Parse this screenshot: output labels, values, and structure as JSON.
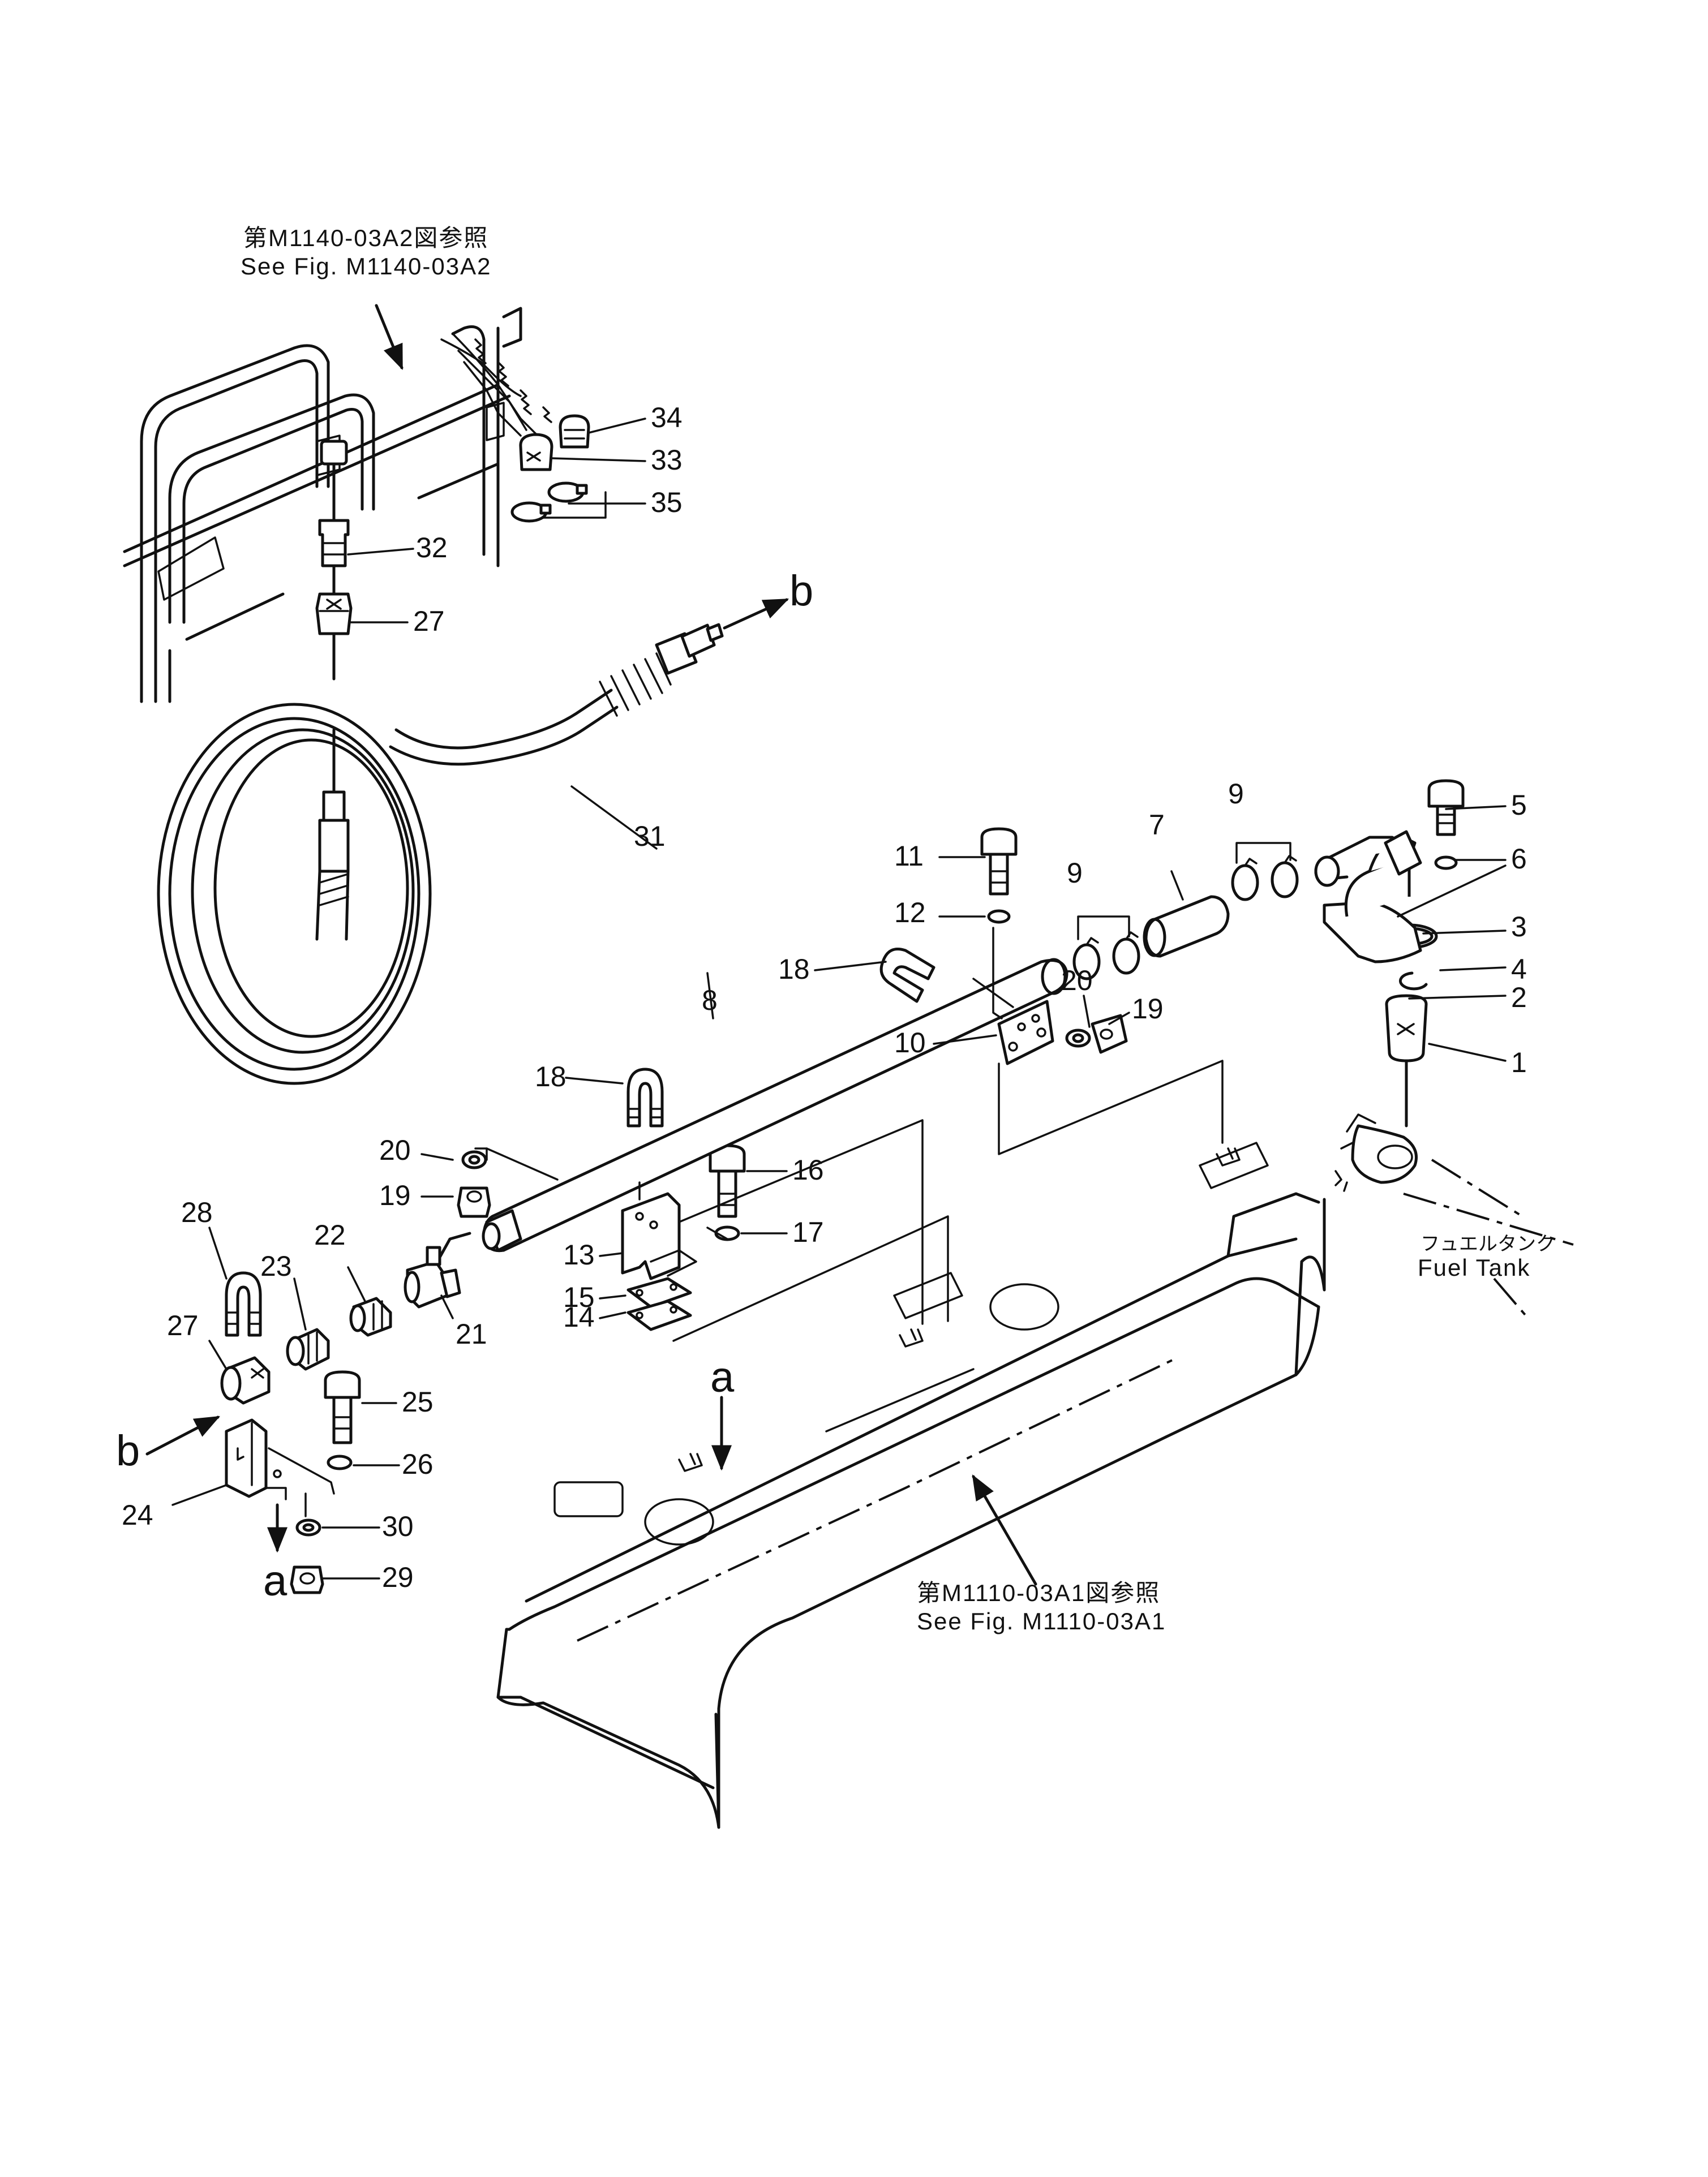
{
  "references": {
    "top_jp": "第M1140-03A2図参照",
    "top_en": "See Fig. M1140-03A2",
    "bottom_jp": "第M1110-03A1図参照",
    "bottom_en": "See Fig. M1110-03A1",
    "tank_jp": "フュエルタンク",
    "tank_en": "Fuel Tank"
  },
  "connectors": {
    "a_top": "a",
    "a_left": "a",
    "b_right": "b",
    "b_left": "b"
  },
  "parts": [
    {
      "id": "p1",
      "number": "1"
    },
    {
      "id": "p2",
      "number": "2"
    },
    {
      "id": "p3",
      "number": "3"
    },
    {
      "id": "p4",
      "number": "4"
    },
    {
      "id": "p5",
      "number": "5"
    },
    {
      "id": "p6",
      "number": "6"
    },
    {
      "id": "p7",
      "number": "7"
    },
    {
      "id": "p8",
      "number": "8"
    },
    {
      "id": "p9a",
      "number": "9"
    },
    {
      "id": "p9b",
      "number": "9"
    },
    {
      "id": "p10",
      "number": "10"
    },
    {
      "id": "p11",
      "number": "11"
    },
    {
      "id": "p12",
      "number": "12"
    },
    {
      "id": "p13",
      "number": "13"
    },
    {
      "id": "p14",
      "number": "14"
    },
    {
      "id": "p15",
      "number": "15"
    },
    {
      "id": "p16",
      "number": "16"
    },
    {
      "id": "p17",
      "number": "17"
    },
    {
      "id": "p18a",
      "number": "18"
    },
    {
      "id": "p18b",
      "number": "18"
    },
    {
      "id": "p19a",
      "number": "19"
    },
    {
      "id": "p19b",
      "number": "19"
    },
    {
      "id": "p20a",
      "number": "20"
    },
    {
      "id": "p20b",
      "number": "20"
    },
    {
      "id": "p21",
      "number": "21"
    },
    {
      "id": "p22",
      "number": "22"
    },
    {
      "id": "p23",
      "number": "23"
    },
    {
      "id": "p24",
      "number": "24"
    },
    {
      "id": "p25",
      "number": "25"
    },
    {
      "id": "p26",
      "number": "26"
    },
    {
      "id": "p27a",
      "number": "27"
    },
    {
      "id": "p27b",
      "number": "27"
    },
    {
      "id": "p28",
      "number": "28"
    },
    {
      "id": "p29",
      "number": "29"
    },
    {
      "id": "p30",
      "number": "30"
    },
    {
      "id": "p31",
      "number": "31"
    },
    {
      "id": "p32",
      "number": "32"
    },
    {
      "id": "p33",
      "number": "33"
    },
    {
      "id": "p34",
      "number": "34"
    },
    {
      "id": "p35",
      "number": "35"
    }
  ]
}
